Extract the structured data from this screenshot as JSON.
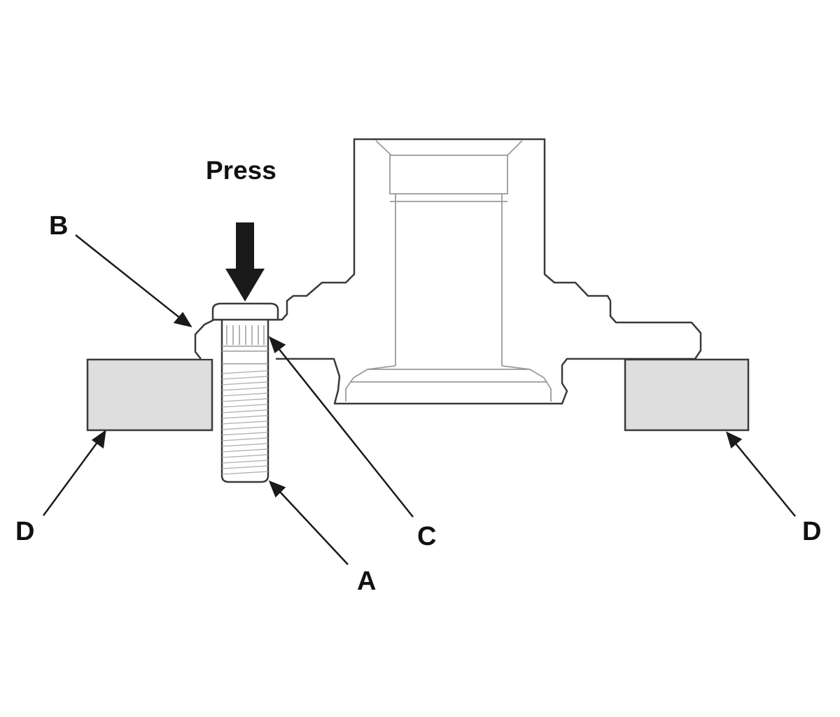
{
  "labels": {
    "press": "Press",
    "a": "A",
    "b": "B",
    "c": "C",
    "d_left": "D",
    "d_right": "D"
  },
  "colors": {
    "line": "#3a3a3a",
    "thin_line": "#8a8a8a",
    "block_fill": "#dedede",
    "arrow": "#1a1a1a",
    "background": "#ffffff"
  }
}
